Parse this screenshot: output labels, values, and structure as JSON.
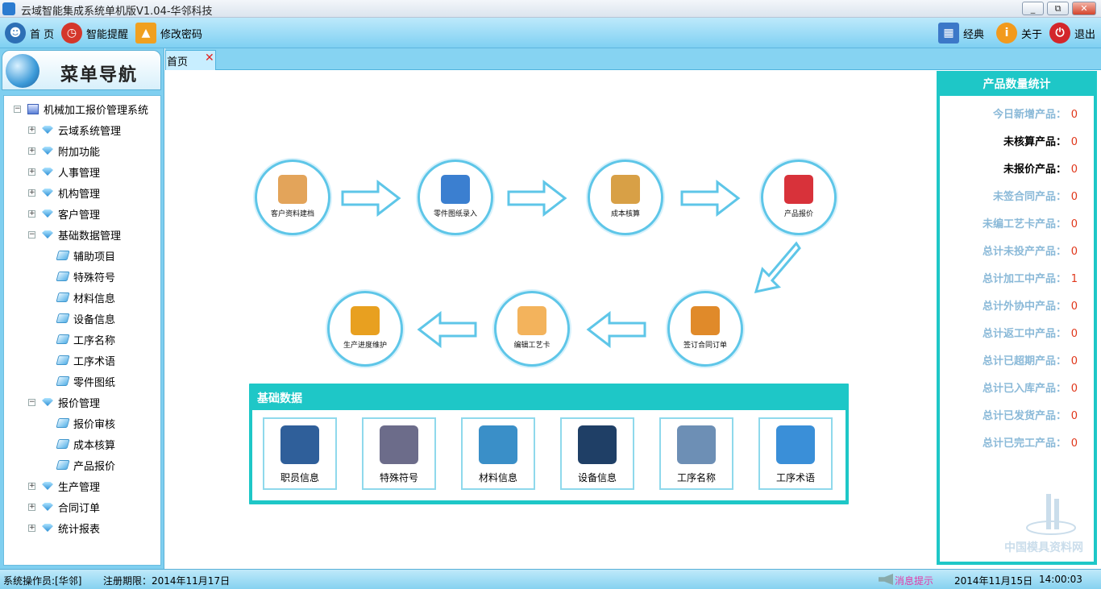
{
  "window": {
    "title": "云域智能集成系统单机版V1.04-华邻科技",
    "buttons": [
      "_",
      "⧉",
      "✕"
    ]
  },
  "toolbar": {
    "left": [
      {
        "label": "首 页",
        "icon": "user-icon",
        "color": "#2d6fb5"
      },
      {
        "label": "智能提醒",
        "icon": "alarm-clock-icon",
        "color": "#d4362b"
      },
      {
        "label": "修改密码",
        "icon": "up-arrow-icon",
        "color": "#f0a020"
      }
    ],
    "right": [
      {
        "label": "经典",
        "icon": "windows-icon",
        "color": "#3c78c8"
      },
      {
        "label": "关于",
        "icon": "info-coin-icon",
        "color": "#f29a1d"
      },
      {
        "label": "退出",
        "icon": "power-icon",
        "color": "#d3262b"
      }
    ]
  },
  "sidebar": {
    "title": "菜单导航",
    "tree": [
      {
        "label": "机械加工报价管理系统",
        "level": 0,
        "expander": "−",
        "icon": "root"
      },
      {
        "label": "云域系统管理",
        "level": 1,
        "expander": "+",
        "icon": "gem"
      },
      {
        "label": "附加功能",
        "level": 1,
        "expander": "+",
        "icon": "gem"
      },
      {
        "label": "人事管理",
        "level": 1,
        "expander": "+",
        "icon": "gem"
      },
      {
        "label": "机构管理",
        "level": 1,
        "expander": "+",
        "icon": "gem"
      },
      {
        "label": "客户管理",
        "level": 1,
        "expander": "+",
        "icon": "gem"
      },
      {
        "label": "基础数据管理",
        "level": 1,
        "expander": "−",
        "icon": "gem"
      },
      {
        "label": "辅助项目",
        "level": 2,
        "expander": "",
        "icon": "leaf"
      },
      {
        "label": "特殊符号",
        "level": 2,
        "expander": "",
        "icon": "leaf"
      },
      {
        "label": "材料信息",
        "level": 2,
        "expander": "",
        "icon": "leaf"
      },
      {
        "label": "设备信息",
        "level": 2,
        "expander": "",
        "icon": "leaf"
      },
      {
        "label": "工序名称",
        "level": 2,
        "expander": "",
        "icon": "leaf"
      },
      {
        "label": "工序术语",
        "level": 2,
        "expander": "",
        "icon": "leaf"
      },
      {
        "label": "零件图纸",
        "level": 2,
        "expander": "",
        "icon": "leaf"
      },
      {
        "label": "报价管理",
        "level": 1,
        "expander": "−",
        "icon": "gem"
      },
      {
        "label": "报价审核",
        "level": 2,
        "expander": "",
        "icon": "leaf"
      },
      {
        "label": "成本核算",
        "level": 2,
        "expander": "",
        "icon": "leaf"
      },
      {
        "label": "产品报价",
        "level": 2,
        "expander": "",
        "icon": "leaf"
      },
      {
        "label": "生产管理",
        "level": 1,
        "expander": "+",
        "icon": "gem"
      },
      {
        "label": "合同订单",
        "level": 1,
        "expander": "+",
        "icon": "gem"
      },
      {
        "label": "统计报表",
        "level": 1,
        "expander": "+",
        "icon": "gem"
      }
    ]
  },
  "tabs": [
    {
      "label": "首页",
      "close": "✕"
    }
  ],
  "workflow": [
    {
      "label": "客户资料建档",
      "icon": "customer-file-icon",
      "color": "#e3a45a"
    },
    {
      "label": "零件图纸录入",
      "icon": "drawing-entry-icon",
      "color": "#3b7fd0"
    },
    {
      "label": "成本核算",
      "icon": "cost-check-icon",
      "color": "#d8a046"
    },
    {
      "label": "产品报价",
      "icon": "product-quote-icon",
      "color": "#d8323a"
    },
    {
      "label": "签订合同订单",
      "icon": "contract-stamp-icon",
      "color": "#e08a2a"
    },
    {
      "label": "编辑工艺卡",
      "icon": "craft-card-icon",
      "color": "#f3b35c"
    },
    {
      "label": "生产进度维护",
      "icon": "coins-icon",
      "color": "#e8a020"
    }
  ],
  "basic_data": {
    "title": "基础数据",
    "items": [
      {
        "label": "职员信息",
        "icon": "staff-icon",
        "color": "#2f5f9a"
      },
      {
        "label": "特殊符号",
        "icon": "info-i-icon",
        "color": "#6c6c8a"
      },
      {
        "label": "材料信息",
        "icon": "folder-icon",
        "color": "#3a8fc8"
      },
      {
        "label": "设备信息",
        "icon": "gears-icon",
        "color": "#1f3f66"
      },
      {
        "label": "工序名称",
        "icon": "document-stack-icon",
        "color": "#6d8fb5"
      },
      {
        "label": "工序术语",
        "icon": "term-icon",
        "color": "#3a8fd8"
      }
    ]
  },
  "stats": {
    "title": "产品数量统计",
    "rows": [
      {
        "label": "今日新增产品：",
        "value": "0",
        "color": "#8ab9d8"
      },
      {
        "label": "未核算产品：",
        "value": "0",
        "color": "#000000"
      },
      {
        "label": "未报价产品：",
        "value": "0",
        "color": "#000000"
      },
      {
        "label": "未签合同产品：",
        "value": "0",
        "color": "#8ab9d8"
      },
      {
        "label": "未编工艺卡产品：",
        "value": "0",
        "color": "#8ab9d8"
      },
      {
        "label": "总计未投产产品：",
        "value": "0",
        "color": "#8ab9d8"
      },
      {
        "label": "总计加工中产品：",
        "value": "1",
        "color": "#8ab9d8"
      },
      {
        "label": "总计外协中产品：",
        "value": "0",
        "color": "#8ab9d8"
      },
      {
        "label": "总计返工中产品：",
        "value": "0",
        "color": "#8ab9d8"
      },
      {
        "label": "总计已超期产品：",
        "value": "0",
        "color": "#8ab9d8"
      },
      {
        "label": "总计已入库产品：",
        "value": "0",
        "color": "#8ab9d8"
      },
      {
        "label": "总计已发货产品：",
        "value": "0",
        "color": "#8ab9d8"
      },
      {
        "label": "总计已完工产品：",
        "value": "0",
        "color": "#8ab9d8"
      }
    ],
    "watermark": "中国模具资料网"
  },
  "statusbar": {
    "operator": "系统操作员:[华邻]",
    "expiry": "注册期限：2014年11月17日",
    "message": "消息提示",
    "date": "2014年11月15日",
    "time": "14:00:03"
  },
  "colors": {
    "accent": "#1ec7c7",
    "toolbar_bg": "#7fd0f2",
    "value_red": "#e0361a",
    "circle_border": "#5ec6e8"
  }
}
